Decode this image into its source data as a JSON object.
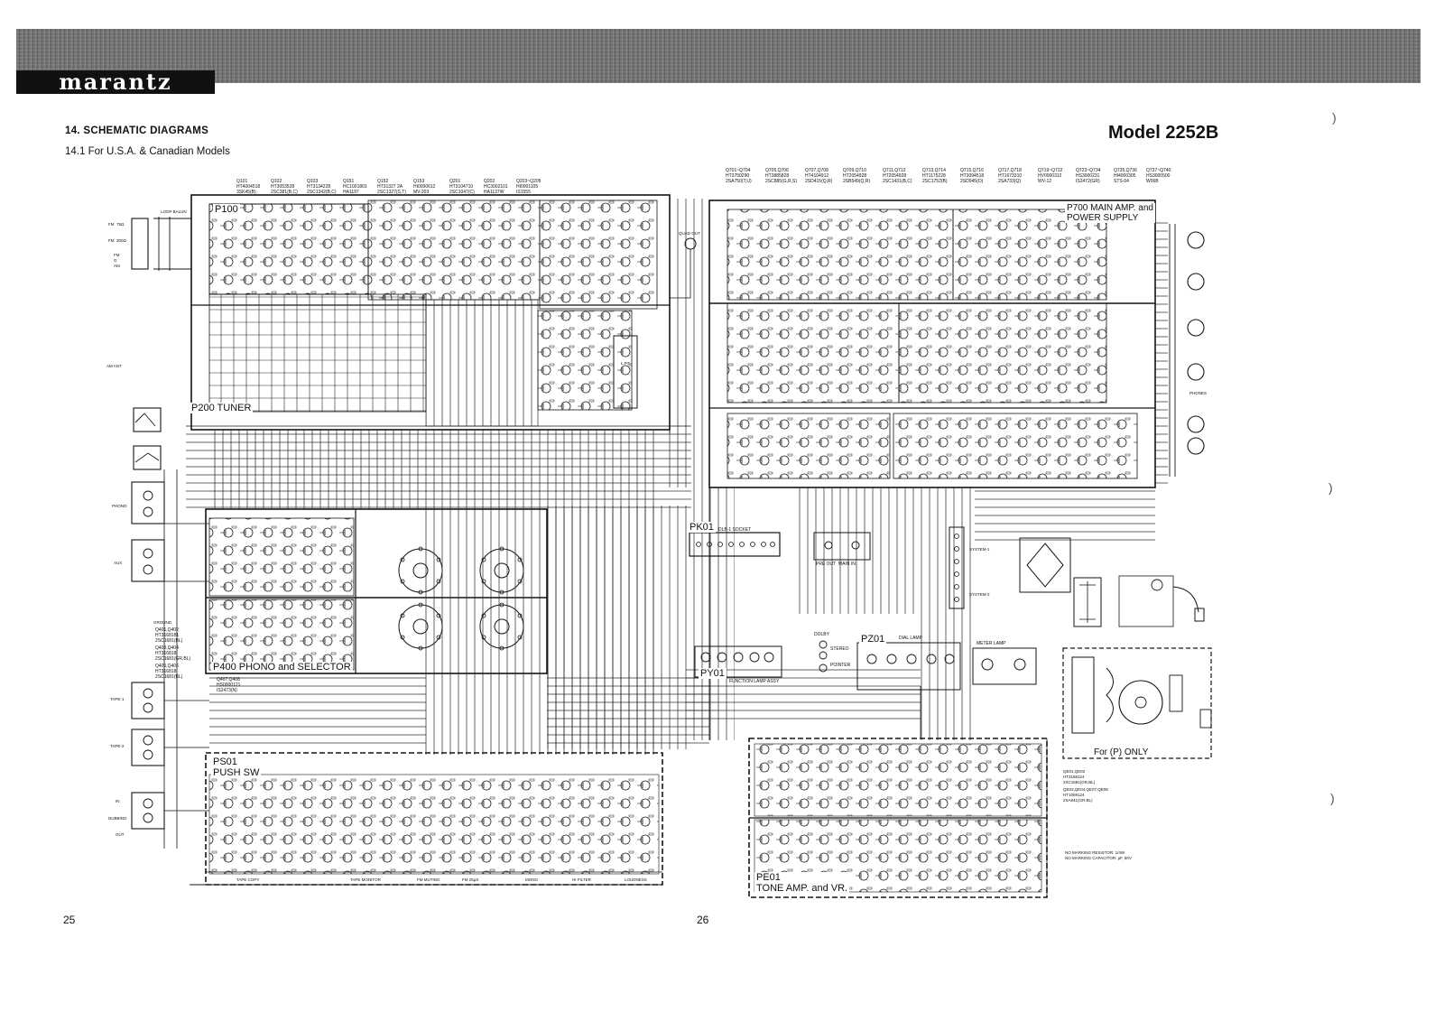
{
  "header": {
    "brand": "marantz",
    "section_title": "14. SCHEMATIC DIAGRAMS",
    "subsection": "14.1  For U.S.A. & Canadian Models",
    "model": "Model 2252B"
  },
  "pages": {
    "left": "25",
    "right": "26"
  },
  "blocks": {
    "p100": "P100",
    "p200": "P200 TUNER",
    "p400": "P400 PHONO and SELECTOR",
    "ps01": "PS01\nPUSH SW",
    "pk01": "PK01",
    "pk01_socket": "DLB-1 SOCKET",
    "py01": "PY01",
    "py01_caption": "FUNCTION LAMP ASSY",
    "pz01": "PZ01",
    "pz01_dial": "DIAL LAMP",
    "meter_lamp": "METER LAMP",
    "p700": "P700 MAIN AMP. and\nPOWER SUPPLY",
    "pe01": "PE01\nTONE AMP. and VR.",
    "for_p": "For (P) ONLY",
    "pre_out": "PRE OUT  MAIN IN",
    "dolby": "DOLBY",
    "stereo": "STEREO",
    "pointer": "POINTER"
  },
  "labels": {
    "am_ant": "AM ANT",
    "phono": "PHONO",
    "aux": "AUX",
    "tape1": "TAPE-1",
    "tape2": "TAPE-2",
    "dubbing": "DUBBING",
    "in": "IN",
    "out": "OUT",
    "ground": "GROUND",
    "quad_out": "QUAD OUT",
    "phones": "PHONES",
    "system1": "SYSTEM-1",
    "system2": "SYSTEM-2",
    "fm": "FM",
    "am": "AM",
    "g": "G",
    "tape_copy": "TAPE COPY",
    "tape_monitor": "TAPE MONITOR",
    "fm_muting": "FM MUTING",
    "hi_filter": "HI FILTER",
    "mono": "MONO",
    "loudness": "LOUDNESS",
    "fm_75": "FM  75Ω",
    "fm_300": "FM  300Ω",
    "loop_balun": "LOOP BALUN",
    "fm_dolby": "FM 25μS",
    "lpf": "L.P.F."
  },
  "transistor_notes": {
    "q100": "Q101\nHT4004518\n3SK45(B)",
    "q102": "Q102\nHT3053528\n2SC381(B,C)",
    "q103": "Q103\nHT3134228\n2SC1342(B,C)",
    "q151": "Q151\nHC1001801\nHA1197",
    "q152": "Q152\nHT31327 2A\n2SC1327(S,T)",
    "q153": "Q153\nHI0000612\nMV-203",
    "q201": "Q201\nHT3104710\n2SC1047(C)",
    "q202": "Q202\nHC3002101\nHA1137W",
    "q203": "Q203~Q205\nHI0001105\nIS1555",
    "q401": "Q401,Q402\nHT3168181\n2SC1681(BL)",
    "q403": "Q403,Q404\nHT316818\n2SC1681(GR,BL)",
    "q405": "Q405,Q406\nHT316818\n2SC1681(BL)",
    "q407": "Q407,Q408\nHS0000121\nIS2473(N)",
    "q701": "Q701~Q704\nHT3750290\n2SA750(T,U)",
    "q705": "Q705,Q706\nHT3885828\n2SC885(G,R,S)",
    "q707": "Q707,Q708\nHT4104912\n2SD415(Q,R)",
    "q709": "Q709,Q710\nHT2054928\n2SB549(Q,R)",
    "q711": "Q711,Q712\nHT2054928\n2SC1431(B,C)",
    "q713": "Q713,Q714\nHT1175228\n2SC1752(B)",
    "q715": "Q715,Q716\nHT3094518\n2SD945(O)",
    "q717": "Q717,Q718\nHT1673310\n2SA733(Q)",
    "q719": "Q719~Q722\nHV0000312\nWV-12",
    "q723": "Q723~Q734\nHS3000231\nIS2472(GR)",
    "q735": "Q735,Q736\nHI4000305\nSTS-04",
    "q737": "Q737~Q740\nHS3000500\nW06B",
    "qe01": "QE01,QE02\nHT3168124\n2SC1681(GR,BL)",
    "qe03": "QE03,QE04,QE07,QE08\nHT1068124\n2SA841(GR,BL)"
  },
  "bottom_notes": "NO MARKING RESISTOR: 1/4W\nNO MARKING CAPACITOR: μF, 50V",
  "stroke_color": "#141414"
}
